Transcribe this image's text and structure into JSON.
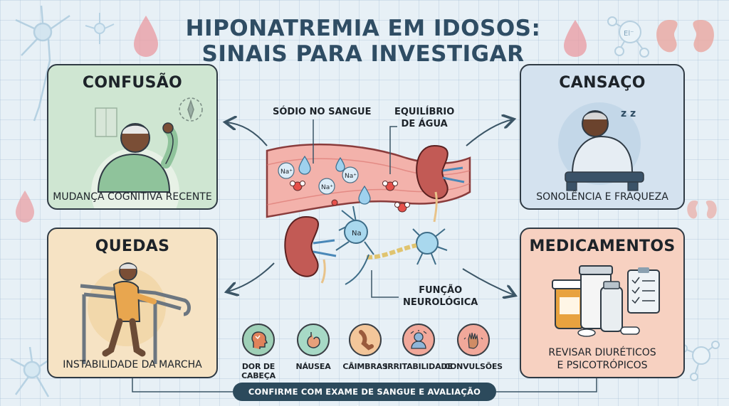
{
  "title_line1": "HIPONATREMIA EM IDOSOS:",
  "title_line2": "SINAIS PARA INVESTIGAR",
  "cards": {
    "confusion": {
      "title": "CONFUSÃO",
      "caption": "MUDANÇA COGNITIVA RECENTE"
    },
    "fatigue": {
      "title": "CANSAÇO",
      "caption": "SONOLÊNCIA E FRAQUEZA"
    },
    "falls": {
      "title": "QUEDAS",
      "caption": "INSTABILIDADE DA MARCHA"
    },
    "meds": {
      "title": "MEDICAMENTOS",
      "caption_line1": "REVISAR DIURÉTICOS",
      "caption_line2": "E PSICOTRÓPICOS"
    }
  },
  "diagram": {
    "sodium_label": "SÓDIO NO SANGUE",
    "water_label_line1": "EQUILÍBRIO",
    "water_label_line2": "DE ÁGUA",
    "neuro_label_line1": "FUNÇÃO",
    "neuro_label_line2": "NEUROLÓGICA",
    "na_symbol": "Na⁺",
    "na_plain": "Na",
    "zzz": "z z",
    "el_symbol": "El⁻"
  },
  "symptoms": [
    {
      "label": "DOR DE CABEÇA",
      "color": "#9fd0b7"
    },
    {
      "label": "NÁUSEA",
      "color": "#a7d9c6"
    },
    {
      "label": "CÂIMBRAS",
      "color": "#f3c69a"
    },
    {
      "label": "IRRITABILIDADE",
      "color": "#f1a89a"
    },
    {
      "label": "CONVULSÕES",
      "color": "#f1a89a"
    }
  ],
  "banner": "CONFIRME COM EXAME DE SANGUE E AVALIAÇÃO MÉDICA",
  "colors": {
    "title": "#2f4d64",
    "confusion_bg": "#cfe6d2",
    "fatigue_bg": "#d4e2ef",
    "falls_bg": "#f6e3c4",
    "meds_bg": "#f7d1c1",
    "vessel": "#ef9f98",
    "kidney": "#c25a55",
    "neuron": "#9fd3ea",
    "banner": "#2c4a5c"
  }
}
